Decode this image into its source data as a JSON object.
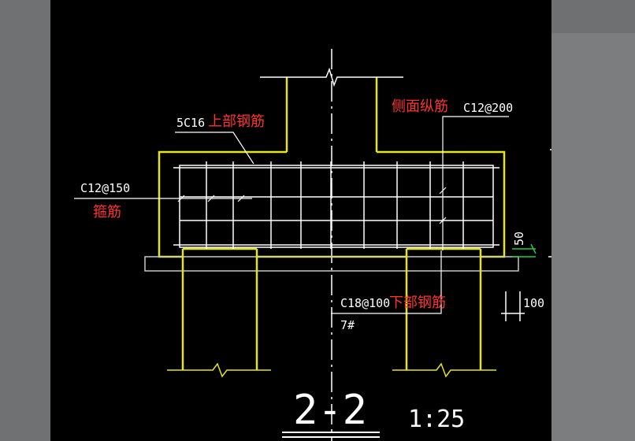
{
  "drawing": {
    "section_title": "2-2",
    "scale": "1:25",
    "labels": {
      "top_bar_spec": "5C16",
      "top_bar_cn": "上部钢筋",
      "side_bar_cn": "侧面纵筋",
      "side_bar_spec": "C12@200",
      "stirrup_spec": "C12@150",
      "stirrup_cn": "箍筋",
      "bottom_bar_spec": "C18@100",
      "bottom_bar_cn": "下部钢筋",
      "bottom_bar_count": "7#",
      "dim_right_top": "50",
      "dim_right_bottom": "100"
    }
  },
  "colors": {
    "background": "#000000",
    "concrete_outline": "#e5e51a",
    "rebar": "#ffffff",
    "annotation_red": "#ff3333",
    "dimension_green": "#22cc44",
    "slab_outline": "#c8c8c8"
  }
}
